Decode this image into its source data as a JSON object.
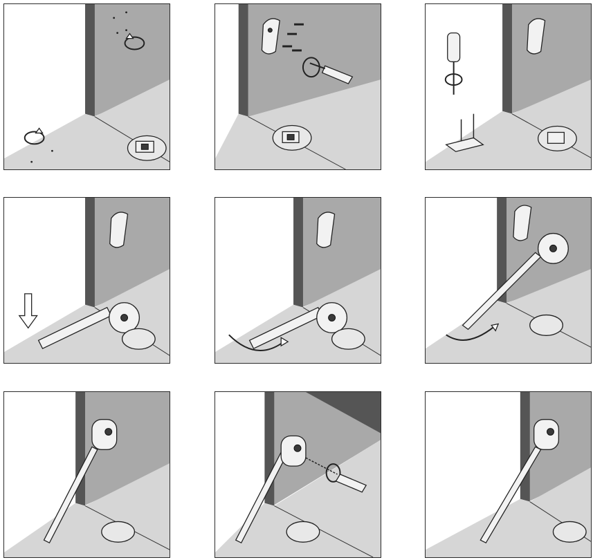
{
  "steps": [
    {
      "step": 1,
      "action": "drill-pilot-holes"
    },
    {
      "step": 2,
      "action": "screw-bracket-to-wall"
    },
    {
      "step": 3,
      "action": "screw-floor-plate"
    },
    {
      "step": 4,
      "action": "insert-stay-into-floor-plate"
    },
    {
      "step": 5,
      "action": "rotate-stay-to-lock"
    },
    {
      "step": 6,
      "action": "swing-stay-up"
    },
    {
      "step": 7,
      "action": "engage-wall-bracket"
    },
    {
      "step": 8,
      "action": "tighten-locking-screw"
    },
    {
      "step": 9,
      "action": "assembled-result"
    }
  ],
  "colors": {
    "wall": "#a9a9a9",
    "floor": "#d6d6d6",
    "post": "#555555",
    "outline": "#222222"
  }
}
